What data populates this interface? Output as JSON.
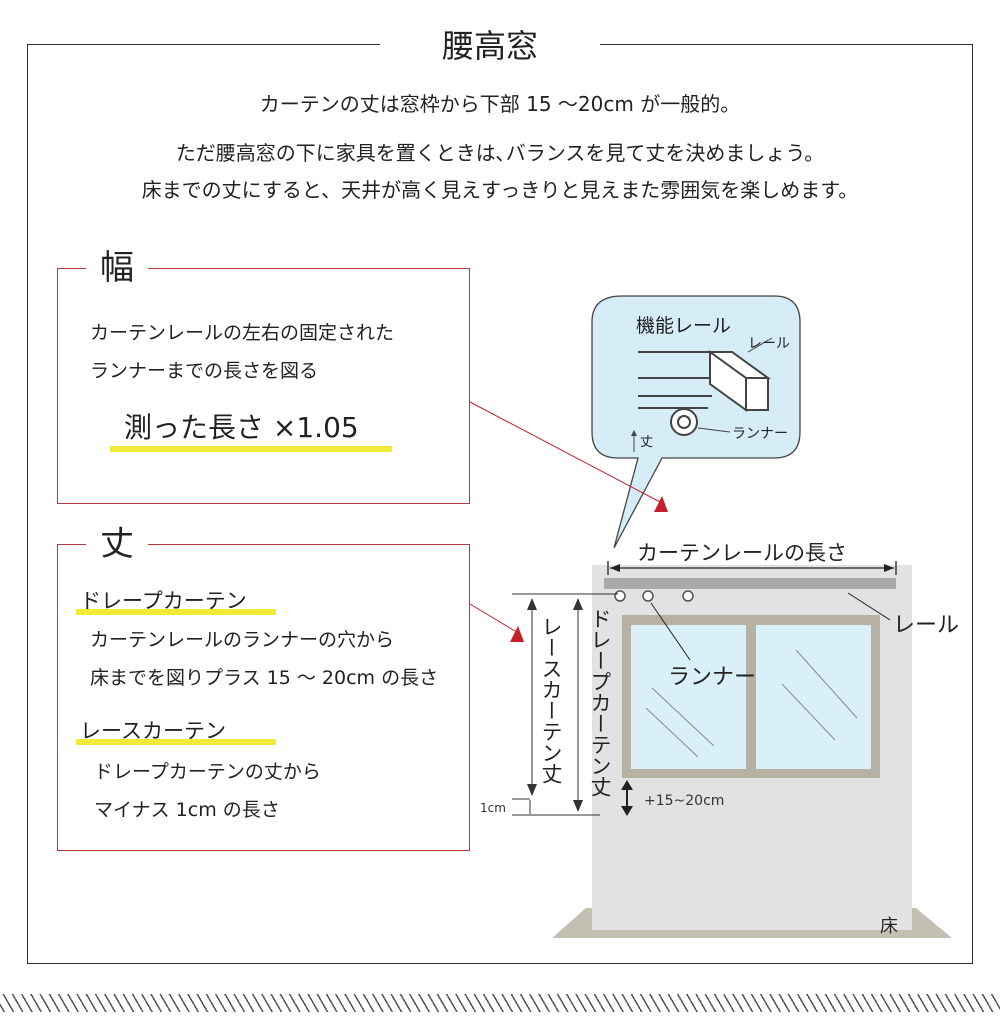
{
  "title": "腰高窓",
  "intro": [
    "カーテンの丈は窓枠から下部 15 ～20cm が一般的。",
    "ただ腰高窓の下に家具を置くときは､バランスを見て丈を決めましょう。",
    "床までの丈にすると、天井が高く見えすっきりと見えまた雰囲気を楽しめます。"
  ],
  "width_box": {
    "title": "幅",
    "lines": [
      "カーテンレールの左右の固定された",
      "ランナーまでの長さを図る"
    ],
    "formula": "測った長さ ×1.05"
  },
  "length_box": {
    "title": "丈",
    "drape_heading": "ドレープカーテン",
    "drape_lines": [
      "カーテンレールのランナーの穴から",
      "床までを図りプラス 15 ～ 20cm の長さ"
    ],
    "lace_heading": "レースカーテン",
    "lace_lines": [
      "ドレープカーテンの丈から",
      "マイナス 1cm の長さ"
    ]
  },
  "diagram": {
    "callout_title": "機能レール",
    "callout_rail": "レール",
    "callout_runner": "ランナー",
    "callout_length": "丈",
    "rail_length": "カーテンレールの長さ",
    "rail": "レール",
    "runner": "ランナー",
    "lace_length": "レースカーテン丈",
    "drape_length": "ドレープカーテン丈",
    "one_cm": "1cm",
    "plus": "+15~20cm",
    "floor": "床"
  },
  "colors": {
    "frame_red": "#b33a3a",
    "highlight": "#f2ea3a",
    "wall": "#e2e2e2",
    "window_frame": "#b6b1a3",
    "glass": "#d9f0f9",
    "floor": "#c3c0b1",
    "callout_fill": "#d6ecf6",
    "arrow_red": "#c8202a"
  }
}
